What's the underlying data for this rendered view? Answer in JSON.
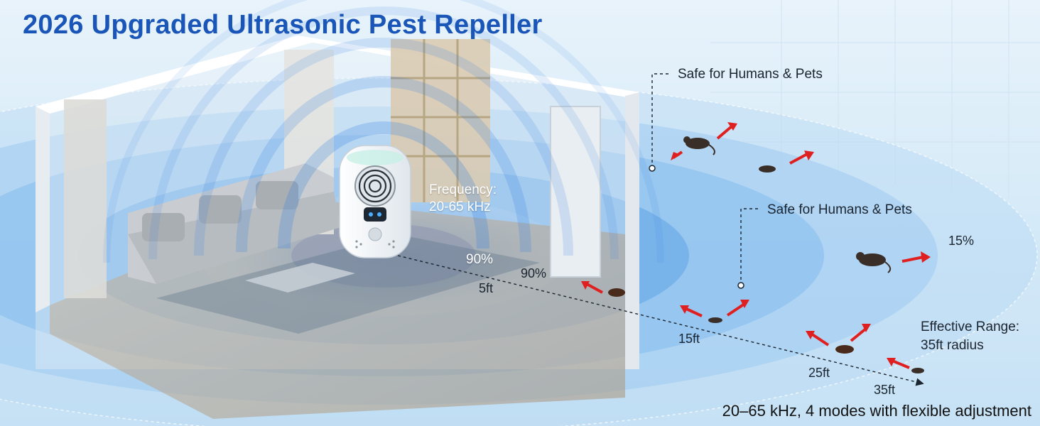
{
  "headline": "2026 Upgraded Ultrasonic Pest Repeller",
  "frequency": {
    "line1": "Frequency:",
    "line2": "20-65 kHz"
  },
  "safe_labels": [
    "Safe for Humans & Pets",
    "Safe for Humans & Pets"
  ],
  "percentages": {
    "inner_a": "90%",
    "inner_b": "90%",
    "outer": "15%"
  },
  "distances": {
    "d5": "5ft",
    "d15": "15ft",
    "d25": "25ft",
    "d35": "35ft"
  },
  "effective_range": {
    "line1": "Effective Range:",
    "line2": "35ft radius"
  },
  "footer": "20–65 kHz, 4 modes with flexible adjustment",
  "colors": {
    "headline": "#1a56b8",
    "wave": "#2f7fe0",
    "arrow": "#e02020"
  },
  "icons": [
    "mouse-icon",
    "ant-icon",
    "cockroach-icon",
    "arrow-icon"
  ]
}
